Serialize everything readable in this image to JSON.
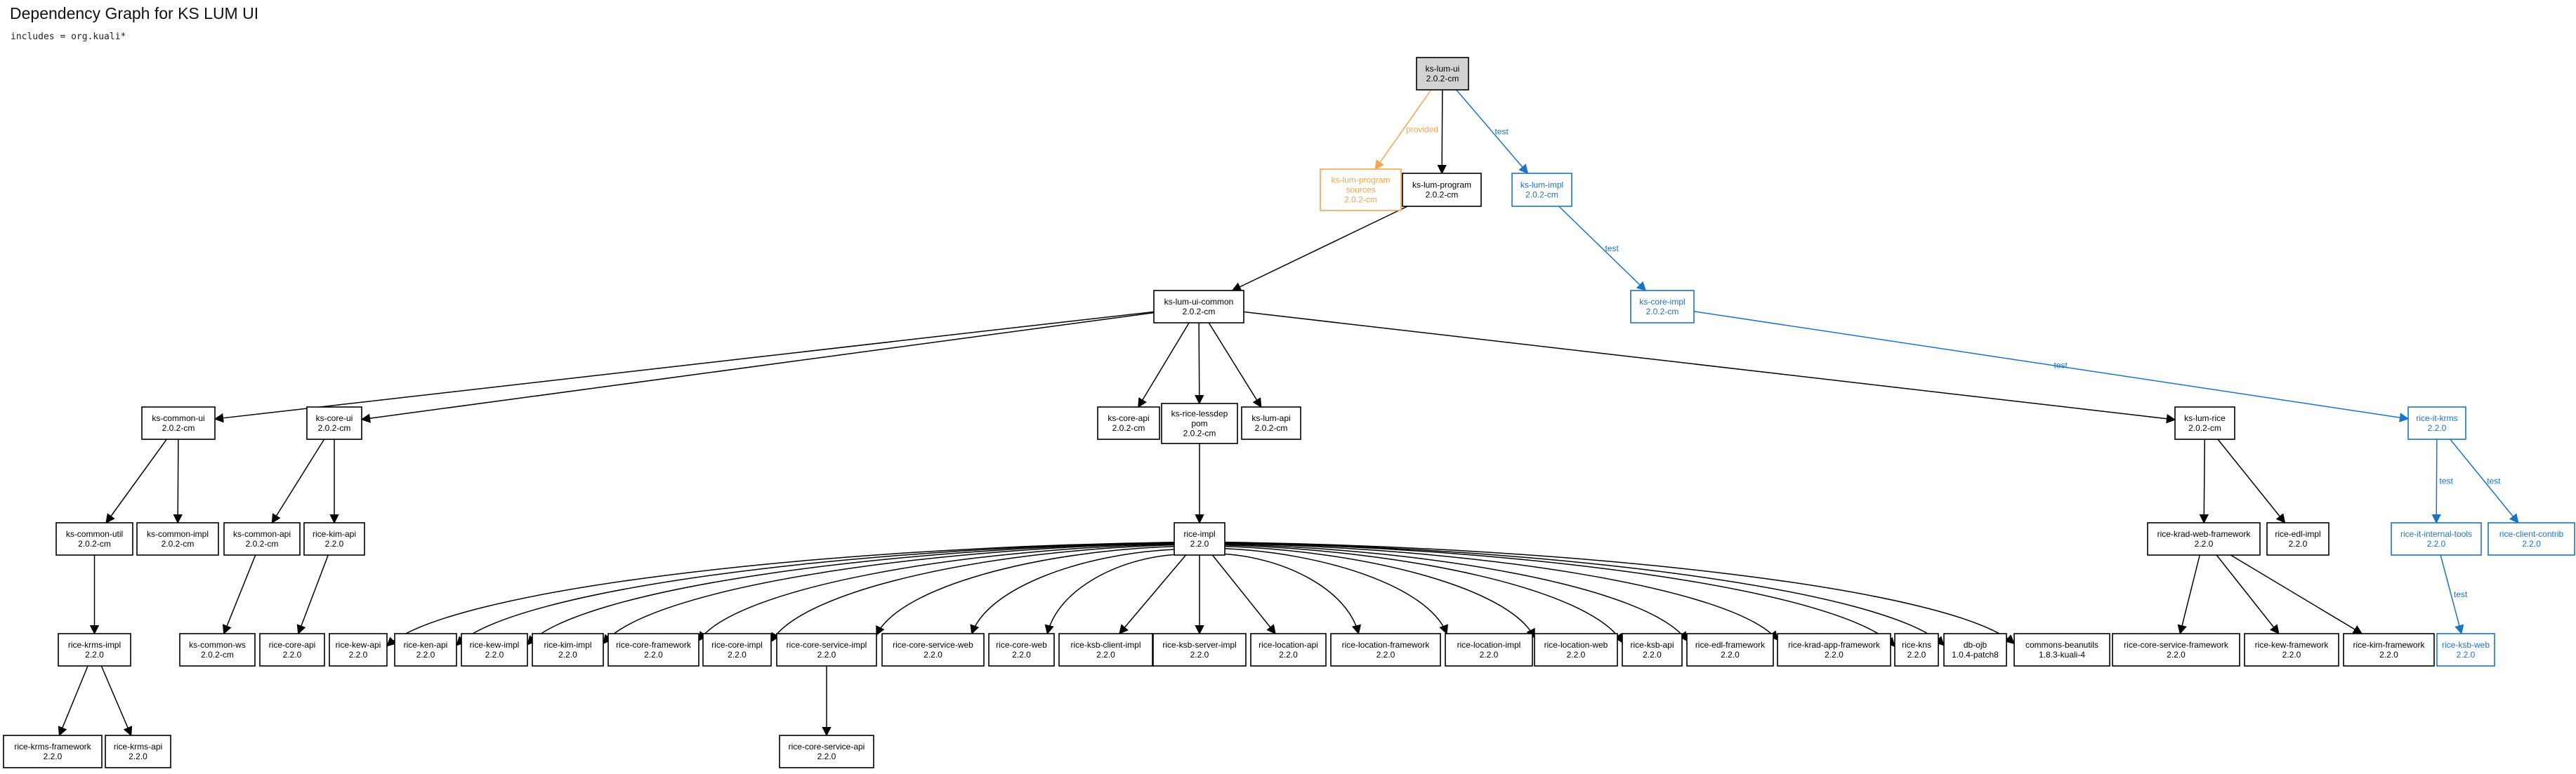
{
  "title": "Dependency Graph for KS LUM UI",
  "subtitle": "includes = org.kuali*",
  "colors": {
    "default": "#000000",
    "provided": "#f5a44c",
    "test": "#1a73c9",
    "root_fill": "#d3d3d3"
  },
  "nodes": [
    {
      "id": "root",
      "lines": [
        "ks-lum-ui",
        "2.0.2-cm"
      ],
      "style": "root"
    },
    {
      "id": "prog_src",
      "lines": [
        "ks-lum-program",
        "sources",
        "2.0.2-cm"
      ],
      "style": "provided"
    },
    {
      "id": "prog",
      "lines": [
        "ks-lum-program",
        "2.0.2-cm"
      ],
      "style": "default"
    },
    {
      "id": "lum_impl",
      "lines": [
        "ks-lum-impl",
        "2.0.2-cm"
      ],
      "style": "test"
    },
    {
      "id": "ui_common",
      "lines": [
        "ks-lum-ui-common",
        "2.0.2-cm"
      ],
      "style": "default"
    },
    {
      "id": "core_impl",
      "lines": [
        "ks-core-impl",
        "2.0.2-cm"
      ],
      "style": "test"
    },
    {
      "id": "common_ui",
      "lines": [
        "ks-common-ui",
        "2.0.2-cm"
      ],
      "style": "default"
    },
    {
      "id": "core_ui",
      "lines": [
        "ks-core-ui",
        "2.0.2-cm"
      ],
      "style": "default"
    },
    {
      "id": "core_api",
      "lines": [
        "ks-core-api",
        "2.0.2-cm"
      ],
      "style": "default"
    },
    {
      "id": "rice_lessdep",
      "lines": [
        "ks-rice-lessdep",
        "pom",
        "2.0.2-cm"
      ],
      "style": "default"
    },
    {
      "id": "lum_api",
      "lines": [
        "ks-lum-api",
        "2.0.2-cm"
      ],
      "style": "default"
    },
    {
      "id": "lum_rice",
      "lines": [
        "ks-lum-rice",
        "2.0.2-cm"
      ],
      "style": "default"
    },
    {
      "id": "rice_it_krms",
      "lines": [
        "rice-it-krms",
        "2.2.0"
      ],
      "style": "test"
    },
    {
      "id": "common_util",
      "lines": [
        "ks-common-util",
        "2.0.2-cm"
      ],
      "style": "default"
    },
    {
      "id": "common_impl",
      "lines": [
        "ks-common-impl",
        "2.0.2-cm"
      ],
      "style": "default"
    },
    {
      "id": "common_api",
      "lines": [
        "ks-common-api",
        "2.0.2-cm"
      ],
      "style": "default"
    },
    {
      "id": "kim_api",
      "lines": [
        "rice-kim-api",
        "2.2.0"
      ],
      "style": "default"
    },
    {
      "id": "rice_impl",
      "lines": [
        "rice-impl",
        "2.2.0"
      ],
      "style": "default"
    },
    {
      "id": "krad_web_fw",
      "lines": [
        "rice-krad-web-framework",
        "2.2.0"
      ],
      "style": "default"
    },
    {
      "id": "edl_impl",
      "lines": [
        "rice-edl-impl",
        "2.2.0"
      ],
      "style": "default"
    },
    {
      "id": "it_internal",
      "lines": [
        "rice-it-internal-tools",
        "2.2.0"
      ],
      "style": "test"
    },
    {
      "id": "client_contrib",
      "lines": [
        "rice-client-contrib",
        "2.2.0"
      ],
      "style": "test"
    },
    {
      "id": "krms_impl",
      "lines": [
        "rice-krms-impl",
        "2.2.0"
      ],
      "style": "default"
    },
    {
      "id": "common_ws",
      "lines": [
        "ks-common-ws",
        "2.0.2-cm"
      ],
      "style": "default"
    },
    {
      "id": "rice_core_api",
      "lines": [
        "rice-core-api",
        "2.2.0"
      ],
      "style": "default"
    },
    {
      "id": "kew_api",
      "lines": [
        "rice-kew-api",
        "2.2.0"
      ],
      "style": "default"
    },
    {
      "id": "ken_api",
      "lines": [
        "rice-ken-api",
        "2.2.0"
      ],
      "style": "default"
    },
    {
      "id": "kew_impl",
      "lines": [
        "rice-kew-impl",
        "2.2.0"
      ],
      "style": "default"
    },
    {
      "id": "kim_impl",
      "lines": [
        "rice-kim-impl",
        "2.2.0"
      ],
      "style": "default"
    },
    {
      "id": "core_fw",
      "lines": [
        "rice-core-framework",
        "2.2.0"
      ],
      "style": "default"
    },
    {
      "id": "rcore_impl",
      "lines": [
        "rice-core-impl",
        "2.2.0"
      ],
      "style": "default"
    },
    {
      "id": "cs_impl",
      "lines": [
        "rice-core-service-impl",
        "2.2.0"
      ],
      "style": "default"
    },
    {
      "id": "cs_web",
      "lines": [
        "rice-core-service-web",
        "2.2.0"
      ],
      "style": "default"
    },
    {
      "id": "core_web",
      "lines": [
        "rice-core-web",
        "2.2.0"
      ],
      "style": "default"
    },
    {
      "id": "ksb_client",
      "lines": [
        "rice-ksb-client-impl",
        "2.2.0"
      ],
      "style": "default"
    },
    {
      "id": "ksb_server",
      "lines": [
        "rice-ksb-server-impl",
        "2.2.0"
      ],
      "style": "default"
    },
    {
      "id": "loc_api",
      "lines": [
        "rice-location-api",
        "2.2.0"
      ],
      "style": "default"
    },
    {
      "id": "loc_fw",
      "lines": [
        "rice-location-framework",
        "2.2.0"
      ],
      "style": "default"
    },
    {
      "id": "loc_impl",
      "lines": [
        "rice-location-impl",
        "2.2.0"
      ],
      "style": "default"
    },
    {
      "id": "loc_web",
      "lines": [
        "rice-location-web",
        "2.2.0"
      ],
      "style": "default"
    },
    {
      "id": "ksb_api",
      "lines": [
        "rice-ksb-api",
        "2.2.0"
      ],
      "style": "default"
    },
    {
      "id": "edl_fw",
      "lines": [
        "rice-edl-framework",
        "2.2.0"
      ],
      "style": "default"
    },
    {
      "id": "krad_app_fw",
      "lines": [
        "rice-krad-app-framework",
        "2.2.0"
      ],
      "style": "default"
    },
    {
      "id": "kns",
      "lines": [
        "rice-kns",
        "2.2.0"
      ],
      "style": "default"
    },
    {
      "id": "db_ojb",
      "lines": [
        "db-ojb",
        "1.0.4-patch8"
      ],
      "style": "default"
    },
    {
      "id": "beanutils",
      "lines": [
        "commons-beanutils",
        "1.8.3-kuali-4"
      ],
      "style": "default"
    },
    {
      "id": "csf",
      "lines": [
        "rice-core-service-framework",
        "2.2.0"
      ],
      "style": "default"
    },
    {
      "id": "kew_fw",
      "lines": [
        "rice-kew-framework",
        "2.2.0"
      ],
      "style": "default"
    },
    {
      "id": "kim_fw",
      "lines": [
        "rice-kim-framework",
        "2.2.0"
      ],
      "style": "default"
    },
    {
      "id": "ksb_web",
      "lines": [
        "rice-ksb-web",
        "2.2.0"
      ],
      "style": "test"
    },
    {
      "id": "krms_fw",
      "lines": [
        "rice-krms-framework",
        "2.2.0"
      ],
      "style": "default"
    },
    {
      "id": "krms_api",
      "lines": [
        "rice-krms-api",
        "2.2.0"
      ],
      "style": "default"
    },
    {
      "id": "cs_api",
      "lines": [
        "rice-core-service-api",
        "2.2.0"
      ],
      "style": "default"
    }
  ],
  "edges": [
    {
      "from": "root",
      "to": "prog_src",
      "style": "provided",
      "label": "provided"
    },
    {
      "from": "root",
      "to": "prog",
      "style": "default",
      "label": ""
    },
    {
      "from": "root",
      "to": "lum_impl",
      "style": "test",
      "label": "test"
    },
    {
      "from": "prog",
      "to": "ui_common",
      "style": "default",
      "label": ""
    },
    {
      "from": "lum_impl",
      "to": "core_impl",
      "style": "test",
      "label": "test"
    },
    {
      "from": "core_impl",
      "to": "rice_it_krms",
      "style": "test",
      "label": "test"
    },
    {
      "from": "ui_common",
      "to": "common_ui",
      "style": "default",
      "label": ""
    },
    {
      "from": "ui_common",
      "to": "core_ui",
      "style": "default",
      "label": ""
    },
    {
      "from": "ui_common",
      "to": "core_api",
      "style": "default",
      "label": ""
    },
    {
      "from": "ui_common",
      "to": "rice_lessdep",
      "style": "default",
      "label": ""
    },
    {
      "from": "ui_common",
      "to": "lum_api",
      "style": "default",
      "label": ""
    },
    {
      "from": "ui_common",
      "to": "lum_rice",
      "style": "default",
      "label": ""
    },
    {
      "from": "common_ui",
      "to": "common_util",
      "style": "default",
      "label": ""
    },
    {
      "from": "common_ui",
      "to": "common_impl",
      "style": "default",
      "label": ""
    },
    {
      "from": "core_ui",
      "to": "common_api",
      "style": "default",
      "label": ""
    },
    {
      "from": "core_ui",
      "to": "kim_api",
      "style": "default",
      "label": ""
    },
    {
      "from": "rice_lessdep",
      "to": "rice_impl",
      "style": "default",
      "label": ""
    },
    {
      "from": "lum_rice",
      "to": "krad_web_fw",
      "style": "default",
      "label": ""
    },
    {
      "from": "lum_rice",
      "to": "edl_impl",
      "style": "default",
      "label": ""
    },
    {
      "from": "rice_it_krms",
      "to": "it_internal",
      "style": "test",
      "label": "test"
    },
    {
      "from": "rice_it_krms",
      "to": "client_contrib",
      "style": "test",
      "label": "test"
    },
    {
      "from": "it_internal",
      "to": "ksb_web",
      "style": "test",
      "label": "test"
    },
    {
      "from": "common_util",
      "to": "krms_impl",
      "style": "default",
      "label": ""
    },
    {
      "from": "krms_impl",
      "to": "krms_fw",
      "style": "default",
      "label": ""
    },
    {
      "from": "krms_impl",
      "to": "krms_api",
      "style": "default",
      "label": ""
    },
    {
      "from": "common_api",
      "to": "common_ws",
      "style": "default",
      "label": ""
    },
    {
      "from": "kim_api",
      "to": "rice_core_api",
      "style": "default",
      "label": ""
    },
    {
      "from": "rice_impl",
      "to": "kew_api",
      "style": "default",
      "label": ""
    },
    {
      "from": "rice_impl",
      "to": "ken_api",
      "style": "default",
      "label": ""
    },
    {
      "from": "rice_impl",
      "to": "kew_impl",
      "style": "default",
      "label": ""
    },
    {
      "from": "rice_impl",
      "to": "kim_impl",
      "style": "default",
      "label": ""
    },
    {
      "from": "rice_impl",
      "to": "core_fw",
      "style": "default",
      "label": ""
    },
    {
      "from": "rice_impl",
      "to": "rcore_impl",
      "style": "default",
      "label": ""
    },
    {
      "from": "rice_impl",
      "to": "cs_impl",
      "style": "default",
      "label": ""
    },
    {
      "from": "rice_impl",
      "to": "cs_web",
      "style": "default",
      "label": ""
    },
    {
      "from": "rice_impl",
      "to": "core_web",
      "style": "default",
      "label": ""
    },
    {
      "from": "rice_impl",
      "to": "ksb_client",
      "style": "default",
      "label": ""
    },
    {
      "from": "rice_impl",
      "to": "ksb_server",
      "style": "default",
      "label": ""
    },
    {
      "from": "rice_impl",
      "to": "loc_api",
      "style": "default",
      "label": ""
    },
    {
      "from": "rice_impl",
      "to": "loc_fw",
      "style": "default",
      "label": ""
    },
    {
      "from": "rice_impl",
      "to": "loc_impl",
      "style": "default",
      "label": ""
    },
    {
      "from": "rice_impl",
      "to": "loc_web",
      "style": "default",
      "label": ""
    },
    {
      "from": "rice_impl",
      "to": "ksb_api",
      "style": "default",
      "label": ""
    },
    {
      "from": "rice_impl",
      "to": "edl_fw",
      "style": "default",
      "label": ""
    },
    {
      "from": "rice_impl",
      "to": "krad_app_fw",
      "style": "default",
      "label": ""
    },
    {
      "from": "rice_impl",
      "to": "kns",
      "style": "default",
      "label": ""
    },
    {
      "from": "rice_impl",
      "to": "db_ojb",
      "style": "default",
      "label": ""
    },
    {
      "from": "rice_impl",
      "to": "beanutils",
      "style": "default",
      "label": ""
    },
    {
      "from": "cs_impl",
      "to": "cs_api",
      "style": "default",
      "label": ""
    },
    {
      "from": "krad_web_fw",
      "to": "csf",
      "style": "default",
      "label": ""
    },
    {
      "from": "krad_web_fw",
      "to": "kew_fw",
      "style": "default",
      "label": ""
    },
    {
      "from": "krad_web_fw",
      "to": "kim_fw",
      "style": "default",
      "label": ""
    }
  ]
}
